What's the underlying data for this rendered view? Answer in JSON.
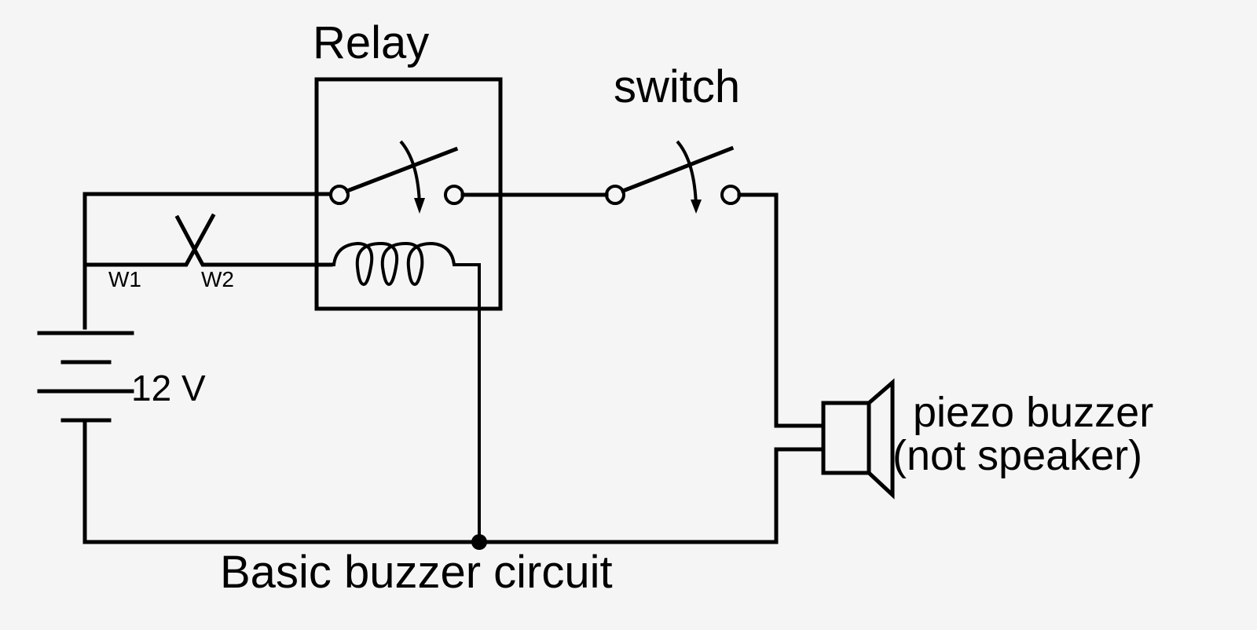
{
  "diagram": {
    "title": "Basic buzzer circuit",
    "components": {
      "relay": {
        "label": "Relay"
      },
      "switch": {
        "label": "switch"
      },
      "battery": {
        "label": "12 V"
      },
      "wire1": {
        "label": "W1"
      },
      "wire2": {
        "label": "W2"
      },
      "buzzer": {
        "label_line1": "piezo buzzer",
        "label_line2": "(not speaker)"
      }
    },
    "colors": {
      "background": "#f5f5f5",
      "ink": "#000000"
    }
  }
}
